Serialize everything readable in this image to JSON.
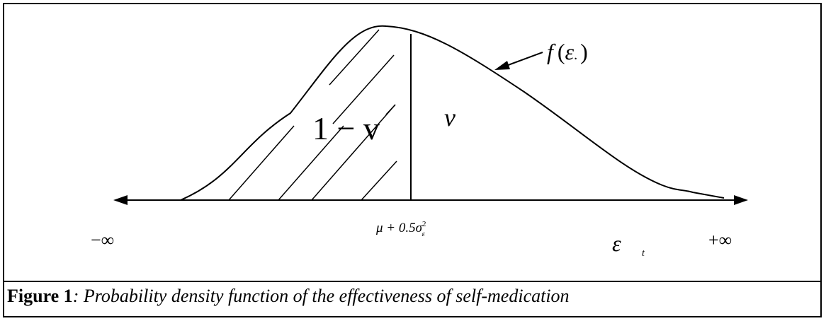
{
  "curve_label": {
    "func": "f",
    "open": "(",
    "var": "ε",
    "sub": ".",
    "close": ")"
  },
  "region_left_label": "1 − v",
  "region_right_label": "v",
  "threshold_label": {
    "base": "μ + 0.5σ",
    "sup": "2",
    "sub": "ε"
  },
  "axis": {
    "left_end": "−∞",
    "right_end": "+∞",
    "var_label": "ε",
    "var_sub": "t"
  },
  "caption": {
    "label": "Figure 1",
    "separator": ":",
    "text": " Probability density function of the effectiveness of self-medication"
  },
  "colors": {
    "ink": "#000000",
    "background": "#ffffff"
  }
}
